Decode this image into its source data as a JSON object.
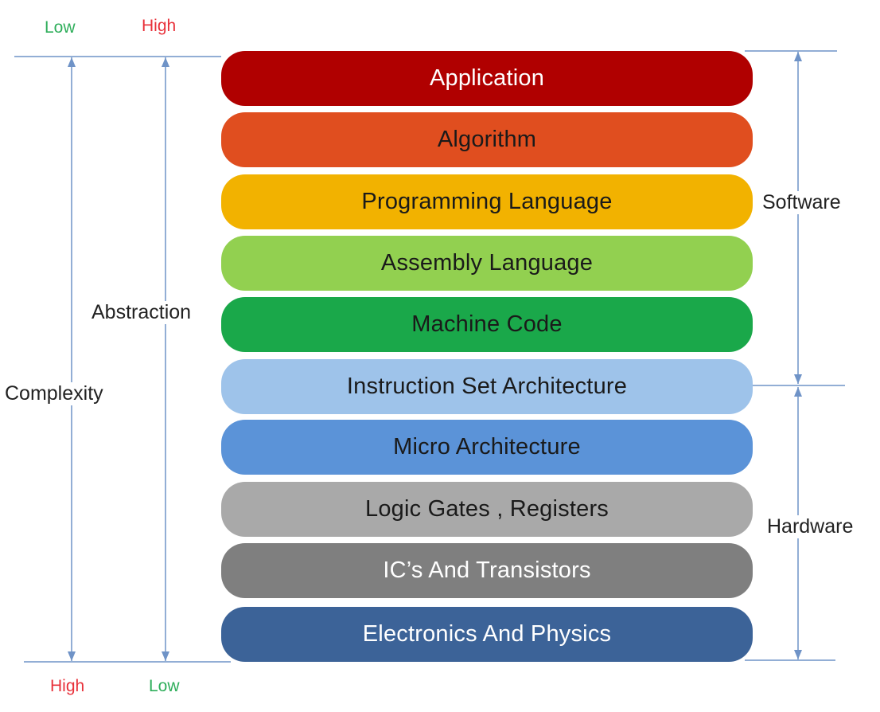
{
  "layers": [
    {
      "label": "Application",
      "color": "#b00000",
      "text_color": "#ffffff"
    },
    {
      "label": "Algorithm",
      "color": "#e04e1f",
      "text_color": "#1a1a1a"
    },
    {
      "label": "Programming Language",
      "color": "#f2b200",
      "text_color": "#1a1a1a"
    },
    {
      "label": "Assembly Language",
      "color": "#92d050",
      "text_color": "#1a1a1a"
    },
    {
      "label": "Machine Code",
      "color": "#1aa84a",
      "text_color": "#1a1a1a"
    },
    {
      "label": "Instruction Set Architecture",
      "color": "#9ec3ea",
      "text_color": "#1a1a1a"
    },
    {
      "label": "Micro Architecture",
      "color": "#5b93d8",
      "text_color": "#1a1a1a"
    },
    {
      "label": "Logic Gates , Registers",
      "color": "#a9a9a9",
      "text_color": "#1a1a1a"
    },
    {
      "label": "IC’s And Transistors",
      "color": "#7f7f7f",
      "text_color": "#ffffff"
    },
    {
      "label": "Electronics And Physics",
      "color": "#3c6398",
      "text_color": "#ffffff"
    }
  ],
  "axes": {
    "complexity": {
      "label": "Complexity",
      "top": "Low",
      "bottom": "High"
    },
    "abstraction": {
      "label": "Abstraction",
      "top": "High",
      "bottom": "Low"
    }
  },
  "groups": {
    "software": "Software",
    "hardware": "Hardware"
  },
  "colors": {
    "line": "#6f93c7",
    "low": "#2fae5b",
    "high": "#e8313a"
  }
}
